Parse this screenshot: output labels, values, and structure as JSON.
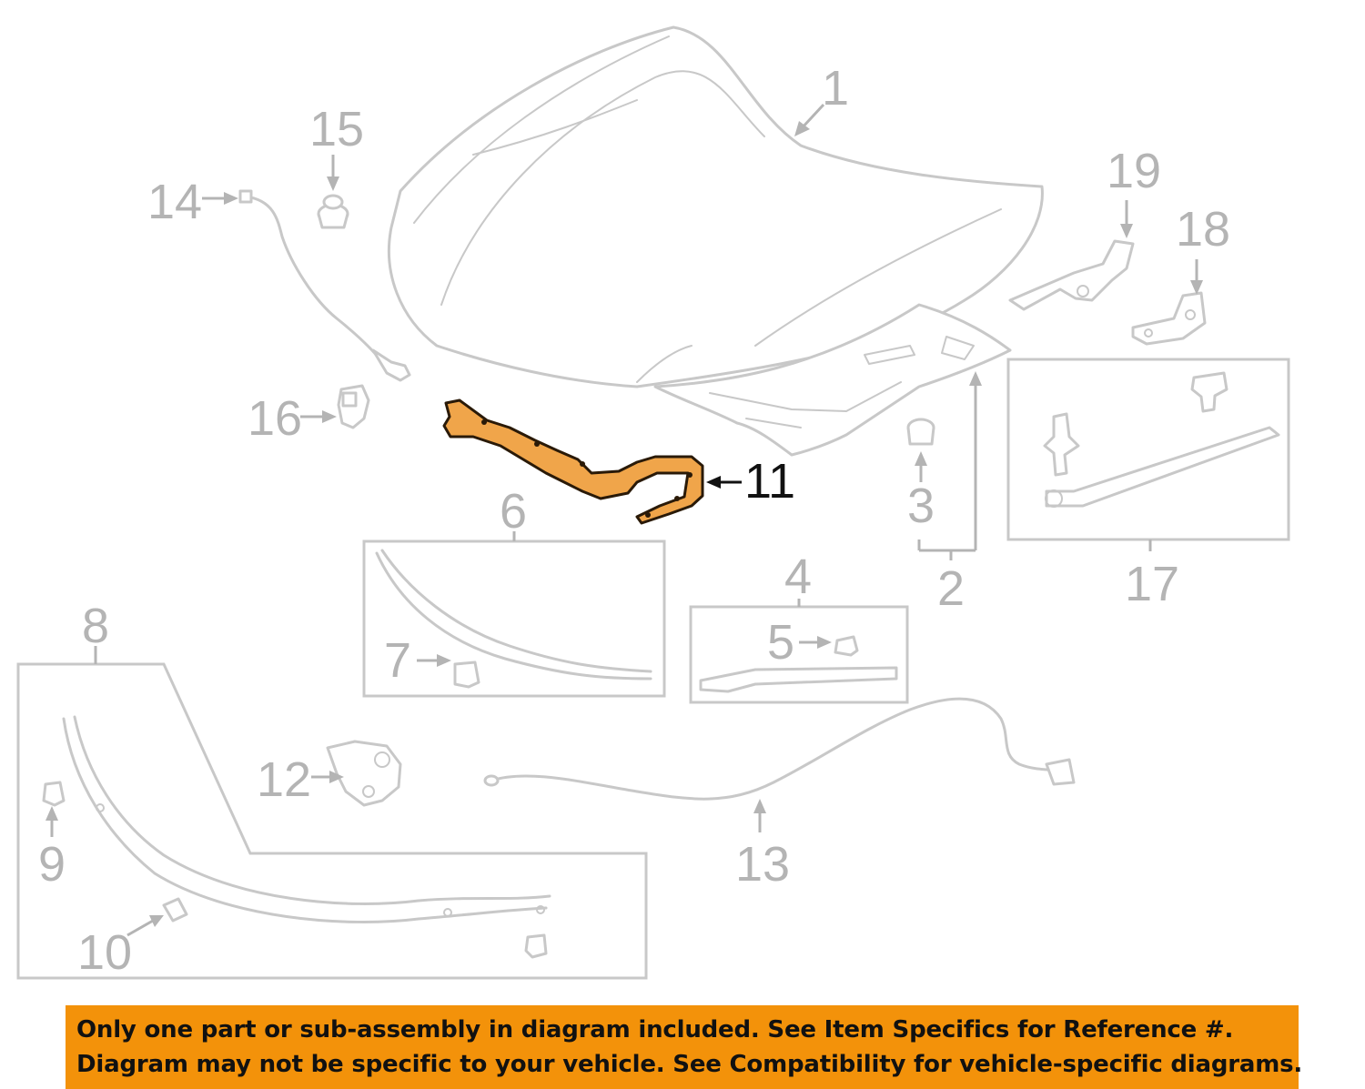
{
  "diagram": {
    "callouts": {
      "c1": "1",
      "c2": "2",
      "c3": "3",
      "c4": "4",
      "c5": "5",
      "c6": "6",
      "c7": "7",
      "c8": "8",
      "c9": "9",
      "c10": "10",
      "c11": "11",
      "c12": "12",
      "c13": "13",
      "c14": "14",
      "c15": "15",
      "c16": "16",
      "c17": "17",
      "c18": "18",
      "c19": "19"
    },
    "highlighted_callout": "11",
    "colors": {
      "highlight_part": "#f0a54a",
      "line_art": "#c8c8c8",
      "callout_text": "#b4b4b4",
      "notice_background": "#f3920a"
    }
  },
  "notice": {
    "line1": "Only one part or sub-assembly in diagram included. See Item Specifics for Reference #.",
    "line2": "Diagram may not be specific to your vehicle. See Compatibility for vehicle-specific diagrams."
  }
}
